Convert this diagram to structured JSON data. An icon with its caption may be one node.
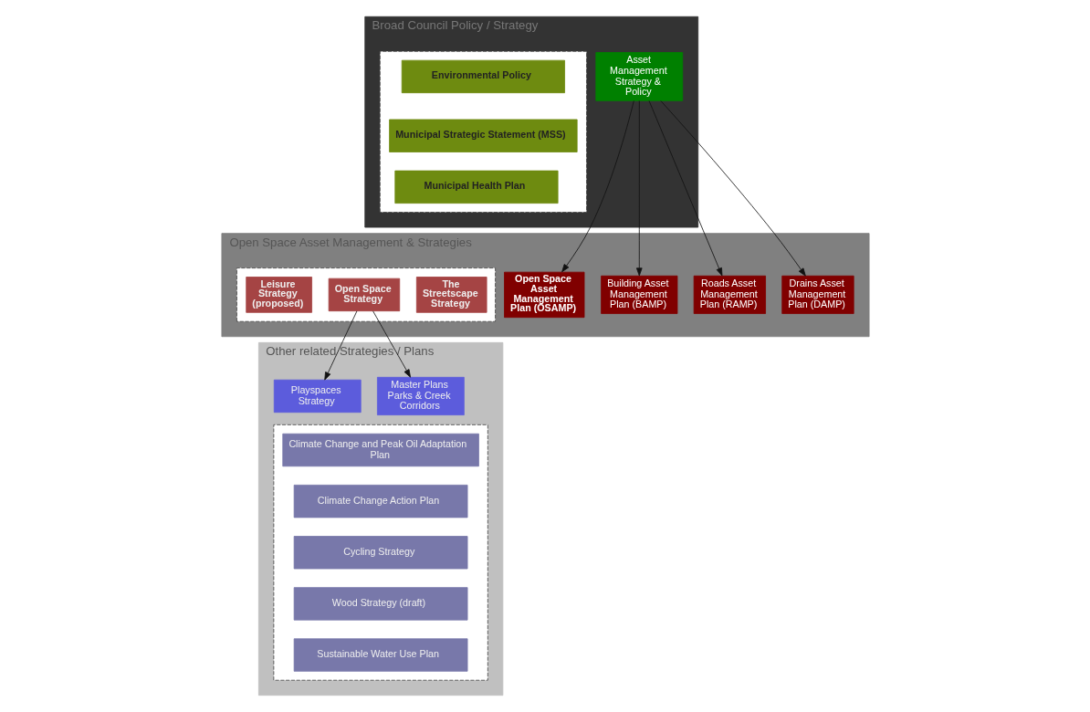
{
  "diagram": {
    "nodes": [
      {
        "text": [
          "Broad Council Policy / Strategy"
        ]
      },
      {
        "text": [],
        "shape": "box",
        "in": 0
      },
      {
        "text": [
          "Environmental Policy"
        ],
        "in": 1
      },
      {
        "text": [
          "Municipal Strategic Statement (MSS)"
        ],
        "in": 1
      },
      {
        "text": [
          "Municipal Health Plan"
        ],
        "in": 1
      },
      {
        "text": [
          "Asset Management Strategy & Policy"
        ],
        "in": 0
      },
      {
        "text": [
          "Open Space Asset Management & Strategies"
        ]
      },
      {
        "text": [],
        "shape": "box",
        "in": 6
      },
      {
        "text": [
          "Leisure Strategy (proposed)"
        ],
        "in": 7
      },
      {
        "text": [
          "Open Space Strategy"
        ],
        "in": 7
      },
      {
        "text": [
          "The Streetscape Strategy"
        ],
        "in": 7
      },
      {
        "text": [
          "Open Space Asset Management Plan (OSAMP)"
        ],
        "in": 6
      },
      {
        "text": [
          "Building Asset Management Plan (BAMP)"
        ],
        "in": 6
      },
      {
        "text": [
          "Roads Asset Management Plan (RAMP)"
        ],
        "in": 6
      },
      {
        "text": [
          "Drains Asset Management Plan (DAMP)"
        ],
        "in": 6
      },
      {
        "text": [
          "Other related Strategies / Plans"
        ]
      },
      {
        "text": [
          "Master Plans Parks & Creek Corridors"
        ],
        "in": 15
      },
      {
        "text": [
          "Playspaces Strategy"
        ],
        "in": 15
      },
      {
        "text": [],
        "shape": "box",
        "in": 15
      },
      {
        "text": [
          "Climate Change and Peak Oil Adaptation Plan"
        ],
        "in": 18
      },
      {
        "text": [
          "Climate Change Action Plan"
        ],
        "in": 18
      },
      {
        "text": [
          "Cycling Strategy"
        ],
        "in": 18
      },
      {
        "text": [
          "Wood Strategy (draft)"
        ],
        "in": 18
      },
      {
        "text": [
          "Sustainable Water Use Plan"
        ],
        "in": 18
      }
    ],
    "edges": [
      {
        "from": 5,
        "to": 11,
        "arrow": "to"
      },
      {
        "from": 5,
        "to": 12,
        "arrow": "to"
      },
      {
        "from": 5,
        "to": 13,
        "arrow": "to"
      },
      {
        "from": 5,
        "to": 14,
        "arrow": "to"
      },
      {
        "from": 9,
        "to": 16,
        "arrow": "to"
      },
      {
        "from": 9,
        "to": 17,
        "arrow": "to"
      }
    ]
  }
}
